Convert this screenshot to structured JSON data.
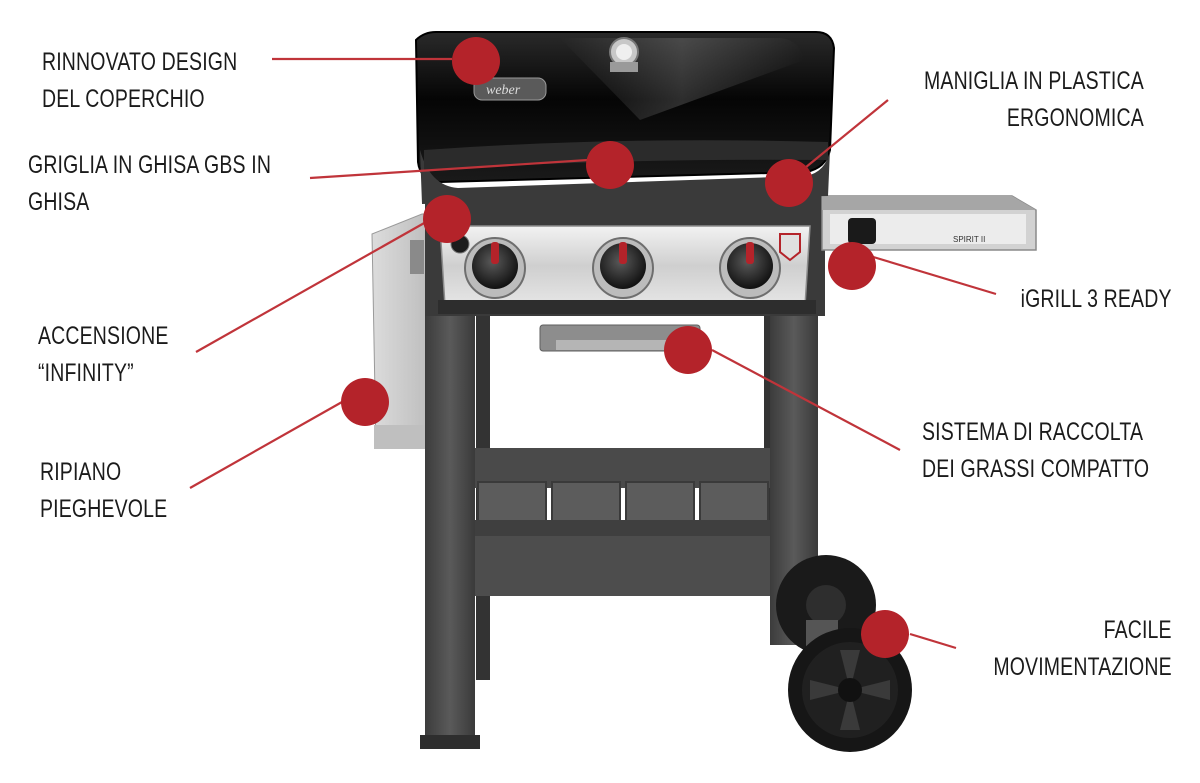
{
  "callouts": {
    "lid": [
      "RINNOVATO DESIGN",
      "DEL COPERCHIO"
    ],
    "grate": [
      "GRIGLIA IN GHISA GBS IN",
      "GHISA"
    ],
    "handle": [
      "MANIGLIA IN PLASTICA",
      "ERGONOMICA"
    ],
    "ignition": [
      "ACCENSIONE",
      "“INFINITY”"
    ],
    "shelf": [
      "RIPIANO",
      "PIEGHEVOLE"
    ],
    "igrill": [
      "iGRILL 3 READY"
    ],
    "grease": [
      "SISTEMA DI RACCOLTA",
      "DEI GRASSI  COMPATTO"
    ],
    "wheels": [
      "FACILE",
      "MOVIMENTAZIONE"
    ]
  },
  "grill": {
    "logo_text": "weber",
    "side_badge_text": "SPIRIT II"
  },
  "colors": {
    "marker": "#b4232a",
    "leader_line": "#c0343a",
    "lid": "#0d0d0d",
    "frame": "#4a4a4a",
    "steel": "#d9d9d9"
  }
}
